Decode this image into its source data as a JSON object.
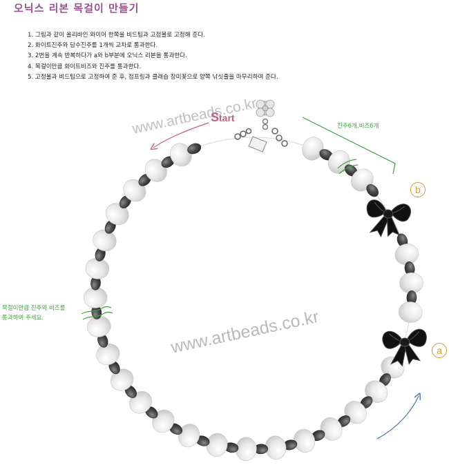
{
  "title": "오닉스 리본 목걸이 만들기",
  "steps": [
    "1. 그림과 같이 올리바인 와이어 한쪽을 비드팁과 고정볼로 고정해 준다.",
    "2. 화이트진주와 담수진주를 1개씩 교차로 통과한다.",
    "3. 2번을 계속 반복하다가 a와 b부분에 오닉스 리본을 통과한다.",
    "4. 목걸이만큼 화이트비즈와 진주를 통과한다.",
    "5. 고정볼과 비드팁으로 고정하여 준 후, 점프링과 클래습 장미꽃으로 양쪽 낚싯줄을 마무리하여 준다."
  ],
  "diagram": {
    "start_label_first": "S",
    "start_label_rest": "tart",
    "note_right": "진주6개,비즈6개",
    "note_left": [
      "목걸이만큼 진주와 비즈를",
      "통과하여 주세요."
    ],
    "marker_a": "a",
    "marker_b": "b",
    "watermark_top": "www.artbeads.co.kr",
    "watermark_bottom": "www.artbeads.co.kr"
  },
  "colors": {
    "title": "#9b4f8f",
    "start": "#c0617e",
    "note": "#3aa33a",
    "marker": "#e0961f",
    "arrow_blue": "#4a6fb5",
    "pearl": "#e6e6e6",
    "bead_dark": "#4a4a4a",
    "bow": "#111111"
  }
}
